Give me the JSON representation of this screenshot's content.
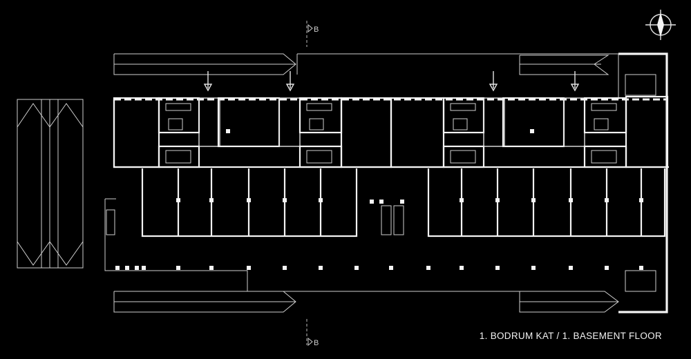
{
  "plan": {
    "title": "1. BODRUM KAT / 1. BASEMENT FLOOR",
    "section_marks": [
      "B",
      "B"
    ],
    "north_arrow_icon": "north-arrow-icon",
    "colors": {
      "background": "#000000",
      "lines": "#f4f4f4"
    }
  }
}
